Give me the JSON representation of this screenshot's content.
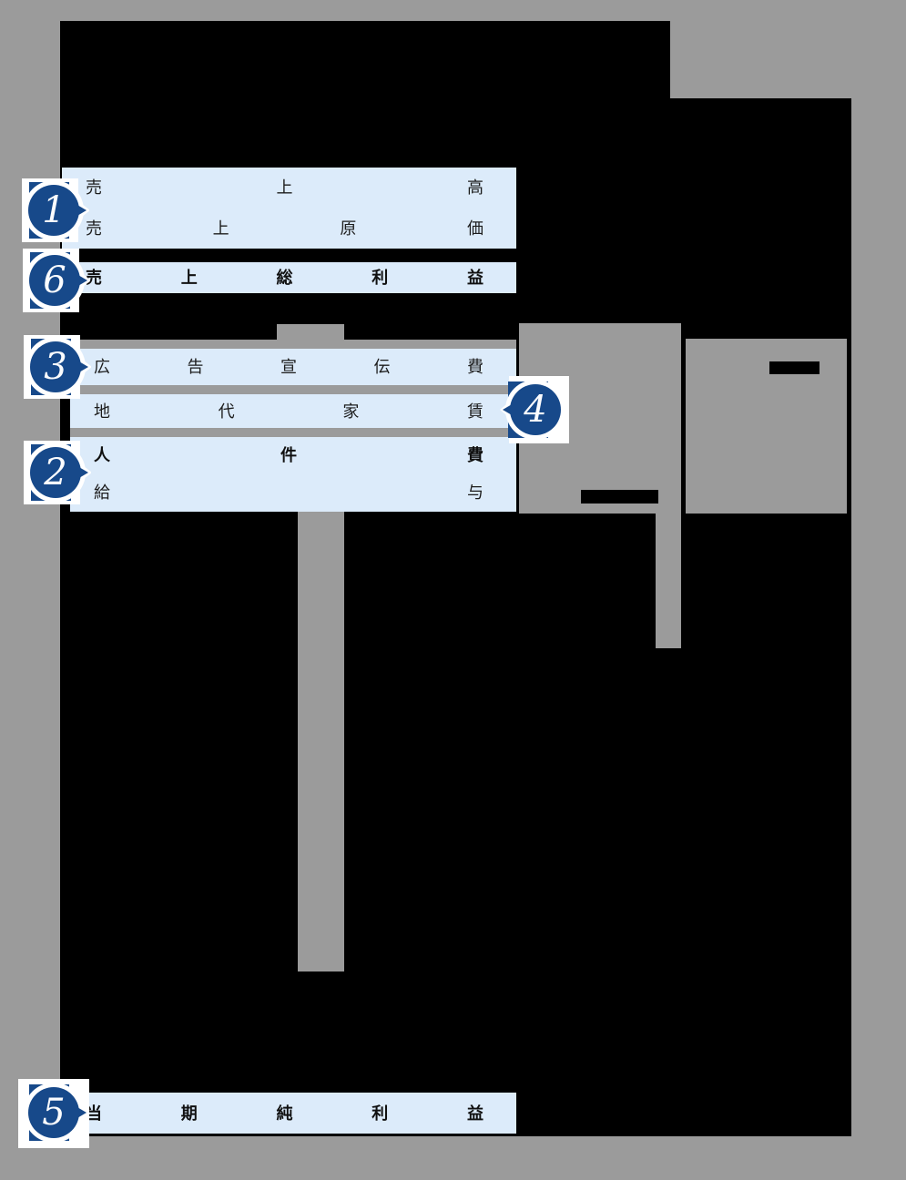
{
  "document": {
    "type": "profit-and-loss-statement-annotation",
    "language": "ja"
  },
  "rows": {
    "sales": {
      "label": "売上高"
    },
    "cogs": {
      "label": "売上原価"
    },
    "gross": {
      "label": "売上総利益",
      "emphasis": "bold"
    },
    "ad": {
      "label": "広告宣伝費"
    },
    "rent": {
      "label": "地代家賃"
    },
    "personnel": {
      "label": "人件費",
      "emphasis": "bold"
    },
    "salary": {
      "label": "給与"
    },
    "net": {
      "label": "当期純利益",
      "emphasis": "bold"
    }
  },
  "badges": [
    {
      "number": "1",
      "points_to": "売上高・売上原価"
    },
    {
      "number": "6",
      "points_to": "売上総利益"
    },
    {
      "number": "3",
      "points_to": "広告宣伝費"
    },
    {
      "number": "4",
      "points_to": "地代家賃"
    },
    {
      "number": "2",
      "points_to": "人件費・給与"
    },
    {
      "number": "5",
      "points_to": "当期純利益"
    }
  ],
  "colors": {
    "badge_navy": "#17498a",
    "row_highlight_blue": "#dcebfa",
    "background_gray": "#9b9b9b",
    "panel_black": "#000000",
    "row_text": "#1c1c1c",
    "badge_ring_white": "#ffffff"
  }
}
